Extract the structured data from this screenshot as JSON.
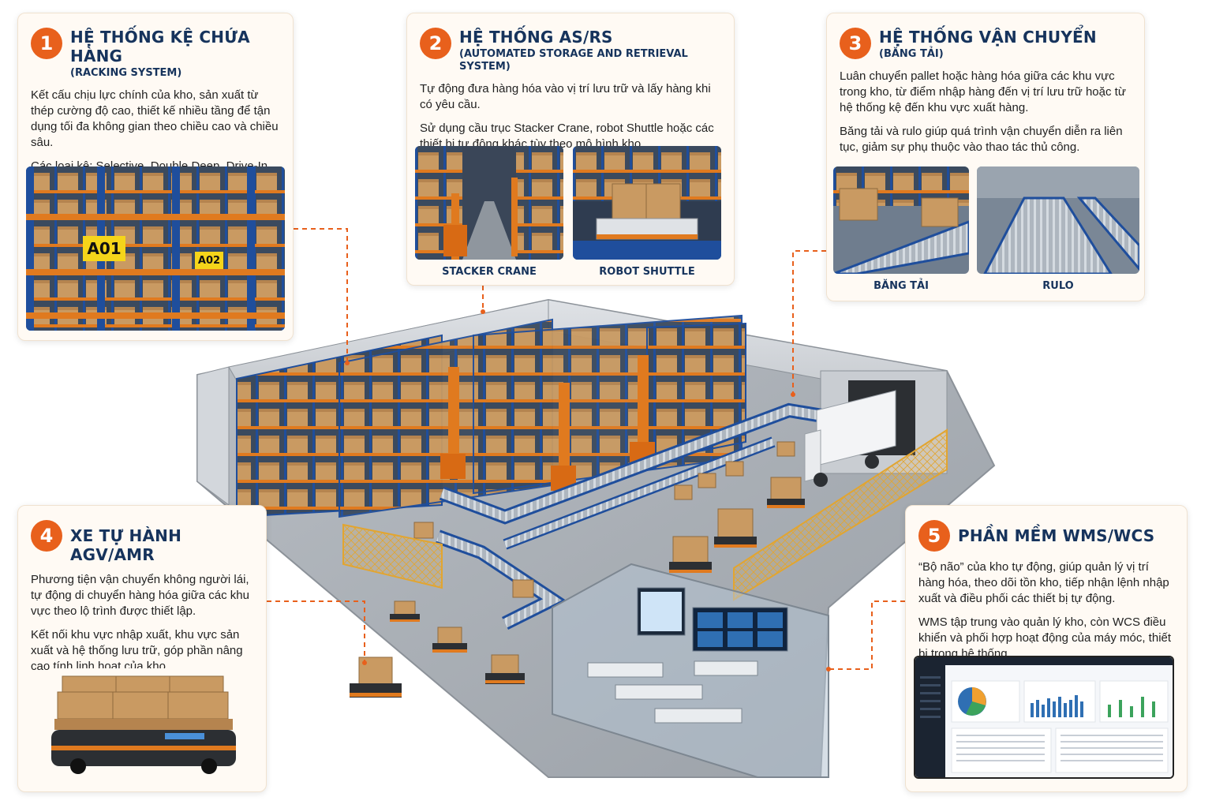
{
  "cards": [
    {
      "number": "1",
      "title": "HỆ THỐNG KỆ CHỨA HÀNG",
      "subtitle": "(RACKING SYSTEM)",
      "paragraphs": [
        "Kết cấu chịu lực chính của kho, sản xuất từ thép cường độ cao, thiết kế nhiều tầng để tận dụng tối đa không gian theo chiều cao và chiều sâu.",
        "Các loại kệ: Selective, Double Deep, Drive-In hoặc kệ chuyên dụng cho kho tự động."
      ],
      "rack_labels": [
        "A01",
        "A02"
      ]
    },
    {
      "number": "2",
      "title": "HỆ THỐNG AS/RS",
      "subtitle": "(AUTOMATED STORAGE AND RETRIEVAL SYSTEM)",
      "paragraphs": [
        "Tự động đưa hàng hóa vào vị trí lưu trữ và lấy hàng khi có yêu cầu.",
        "Sử dụng cầu trục Stacker Crane, robot Shuttle hoặc các thiết bị tự động khác tùy theo mô hình kho."
      ],
      "captions": [
        "STACKER CRANE",
        "ROBOT SHUTTLE"
      ]
    },
    {
      "number": "3",
      "title": "HỆ THỐNG VẬN CHUYỂN",
      "subtitle": "(BĂNG TẢI)",
      "paragraphs": [
        "Luân chuyển pallet hoặc hàng hóa giữa các khu vực trong kho, từ điểm nhập hàng đến vị trí lưu trữ hoặc từ hệ thống kệ đến khu vực xuất hàng.",
        "Băng tải và rulo giúp quá trình vận chuyển diễn ra liên tục, giảm sự phụ thuộc vào thao tác thủ công."
      ],
      "captions": [
        "BĂNG TẢI",
        "RULO"
      ]
    },
    {
      "number": "4",
      "title": "XE TỰ HÀNH AGV/AMR",
      "subtitle": "",
      "paragraphs": [
        "Phương tiện vận chuyển không người lái, tự động di chuyển hàng hóa giữa các khu vực theo lộ trình được thiết lập.",
        "Kết nối khu vực nhập xuất, khu vực sản xuất và hệ thống lưu trữ, góp phần nâng cao tính linh hoạt của kho."
      ]
    },
    {
      "number": "5",
      "title": "PHẦN MỀM WMS/WCS",
      "subtitle": "",
      "paragraphs": [
        "“Bộ não” của kho tự động, giúp quản lý vị trí hàng hóa, theo dõi tồn kho, tiếp nhận lệnh nhập xuất và điều phối các thiết bị tự động.",
        "WMS tập trung vào quản lý kho, còn WCS điều khiển và phối hợp hoạt động của máy móc, thiết bị trong hệ thống."
      ]
    }
  ],
  "colors": {
    "accent": "#e8601c",
    "title": "#16335c",
    "rack_blue": "#1f4e9c",
    "rack_orange": "#e07a1f",
    "card_bg": "#fffaf4"
  }
}
